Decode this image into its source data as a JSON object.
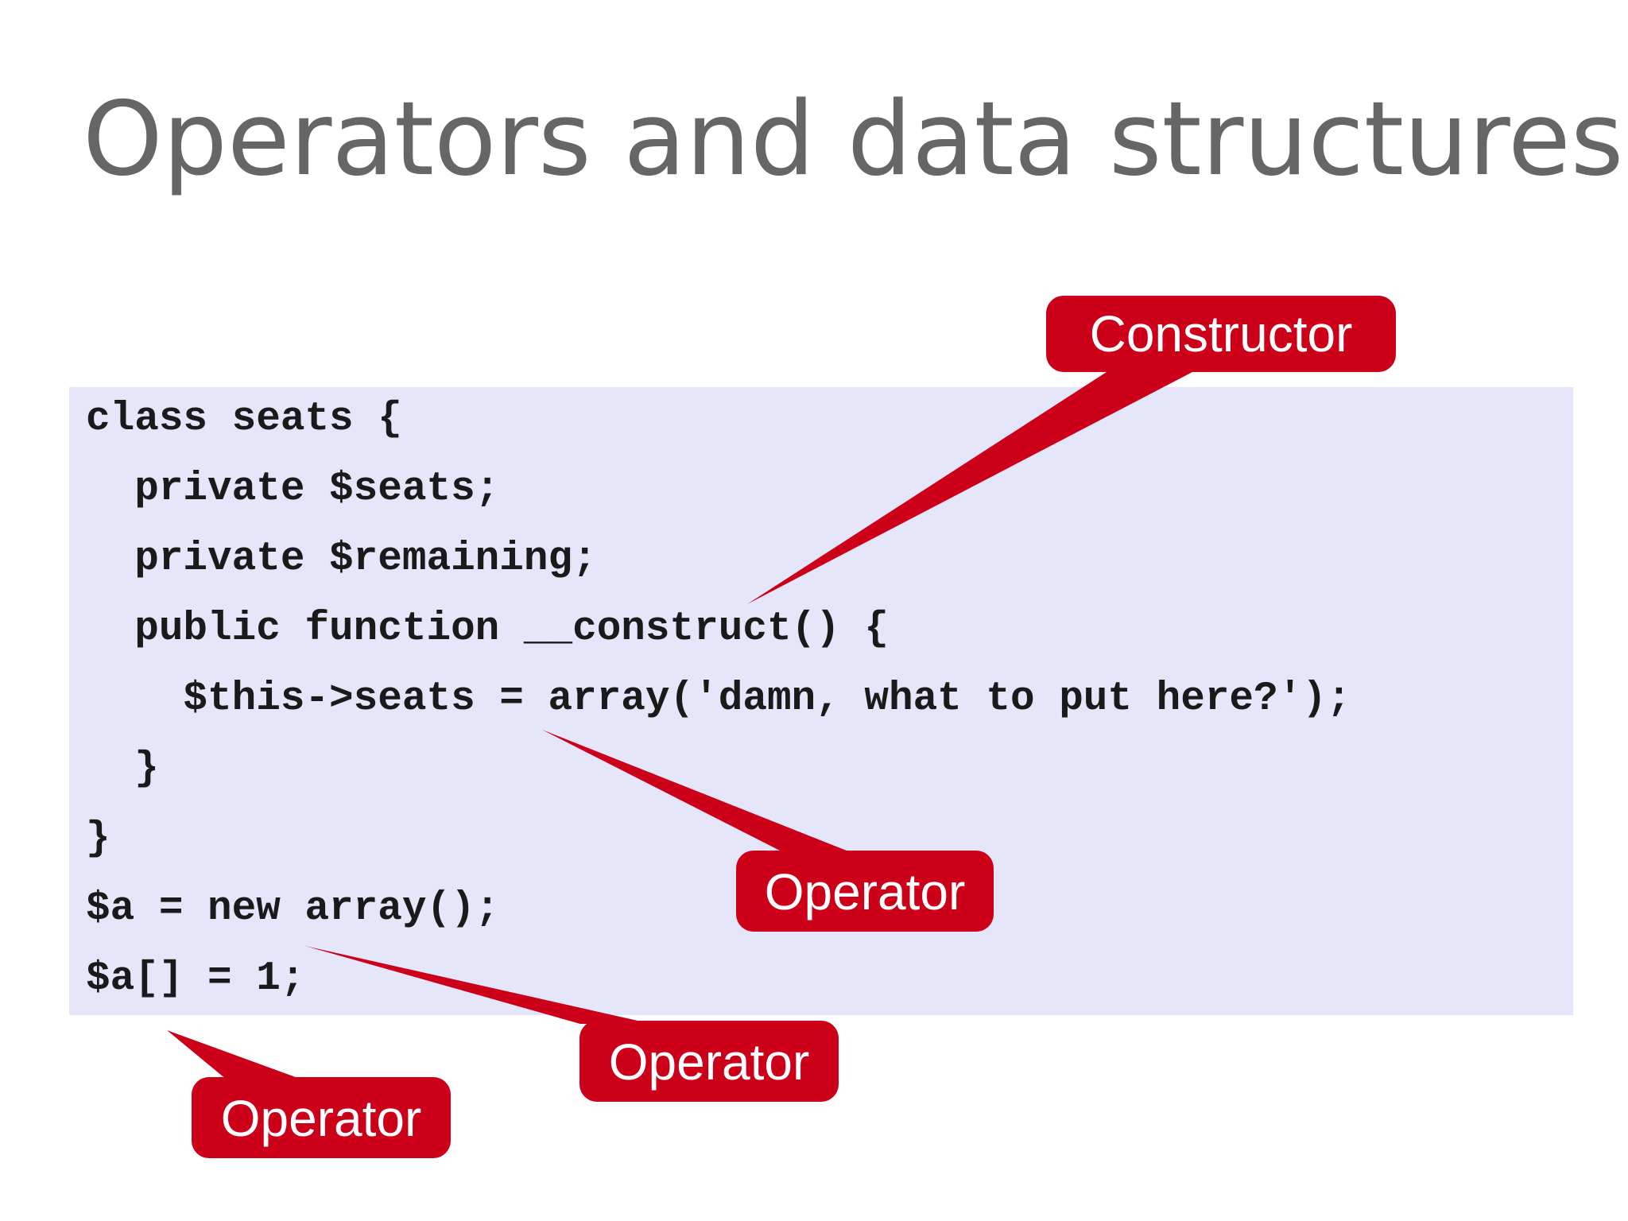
{
  "slide": {
    "title": "Operators and data structures"
  },
  "code": {
    "lines": [
      "class seats {",
      "  private $seats;",
      "  private $remaining;",
      "  public function __construct() {",
      "    $this->seats = array('damn, what to put here?');",
      "  }",
      "}",
      "$a = new array();",
      "$a[] = 1;"
    ]
  },
  "callouts": {
    "constructor": "Constructor",
    "operator_assign": "Operator",
    "operator_new": "Operator",
    "operator_brackets": "Operator"
  },
  "colors": {
    "callout_red": "#cc0018",
    "code_background": "#e6e6fa",
    "title_gray": "#666666"
  }
}
